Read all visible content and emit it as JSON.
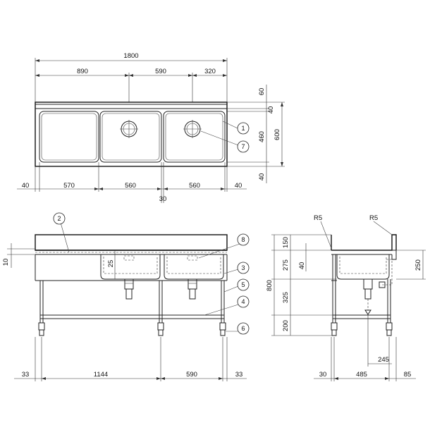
{
  "top_view": {
    "overall_width": "1800",
    "upper_dims": [
      "890",
      "590",
      "320"
    ],
    "lower_dims": [
      "40",
      "570",
      "560",
      "560",
      "40"
    ],
    "gap_dim": "30",
    "right_dims": [
      "60",
      "40",
      "460",
      "40"
    ],
    "depth": "600"
  },
  "front_view": {
    "dim_25": "25",
    "dim_10": "10",
    "bottom_dims": [
      "33",
      "1144",
      "590",
      "33"
    ]
  },
  "side_view": {
    "radius_labels": [
      "R5",
      "R5"
    ],
    "left_dims": [
      "150",
      "275",
      "325",
      "200"
    ],
    "height": "800",
    "dim_40": "40",
    "dim_250": "250",
    "dim_245": "245",
    "bottom_dims": [
      "30",
      "485",
      "85"
    ]
  },
  "callouts": [
    "1",
    "2",
    "3",
    "4",
    "5",
    "6",
    "7",
    "8"
  ]
}
